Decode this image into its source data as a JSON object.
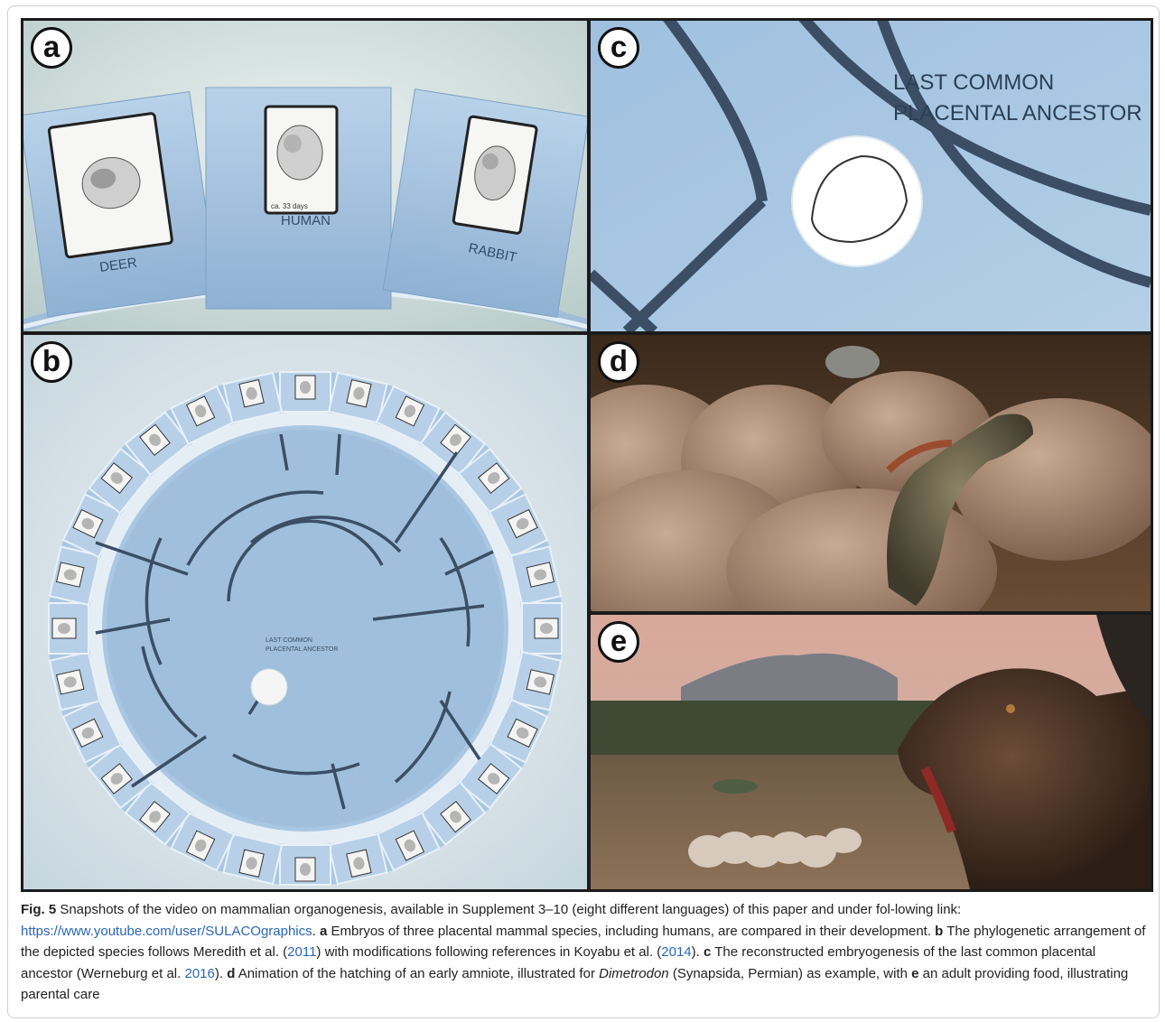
{
  "panels": {
    "a": {
      "badge": "a",
      "cards": [
        "DEER",
        "HUMAN",
        "RABBIT"
      ],
      "card_note": "ca. 33 days"
    },
    "b": {
      "badge": "b",
      "center_label_1": "LAST COMMON",
      "center_label_2": "PLACENTAL ANCESTOR"
    },
    "c": {
      "badge": "c",
      "title_line1": "LAST COMMON",
      "title_line2": "PLACENTAL ANCESTOR"
    },
    "d": {
      "badge": "d"
    },
    "e": {
      "badge": "e"
    }
  },
  "caption": {
    "fig_label": "Fig. 5",
    "text1": "  Snapshots of the video on mammalian organogenesis, available in Supplement 3–10 (eight different languages) of this paper and under fol-lowing link: ",
    "link": "https://www.youtube.com/user/SULACOgraphics",
    "text2": ". ",
    "a_label": "a",
    "a_text": " Embryos of three placental mammal species, including humans, are compared in their development. ",
    "b_label": "b",
    "b_text1": " The phylogenetic arrangement of the depicted species follows Meredith et al. (",
    "b_ref1": "2011",
    "b_text2": ") with modifications following references in Koyabu et al. (",
    "b_ref2": "2014",
    "b_text3": "). ",
    "c_label": "c",
    "c_text1": " The reconstructed embryogenesis of the last common placental ancestor (Werneburg et al. ",
    "c_ref": "2016",
    "c_text2": "). ",
    "d_label": "d",
    "d_text1": " Animation of the hatching of an early amniote, illustrated for ",
    "d_taxon": "Dimetrodon",
    "d_text2": " (Synapsida, Permian) as example, with ",
    "e_label": "e",
    "e_text": " an adult providing food, illustrating parental care"
  },
  "colors": {
    "panel_blue": "#a9c7e2",
    "tree_line": "#3b4e66",
    "border": "#1b1b1b",
    "link": "#2a66b5"
  }
}
